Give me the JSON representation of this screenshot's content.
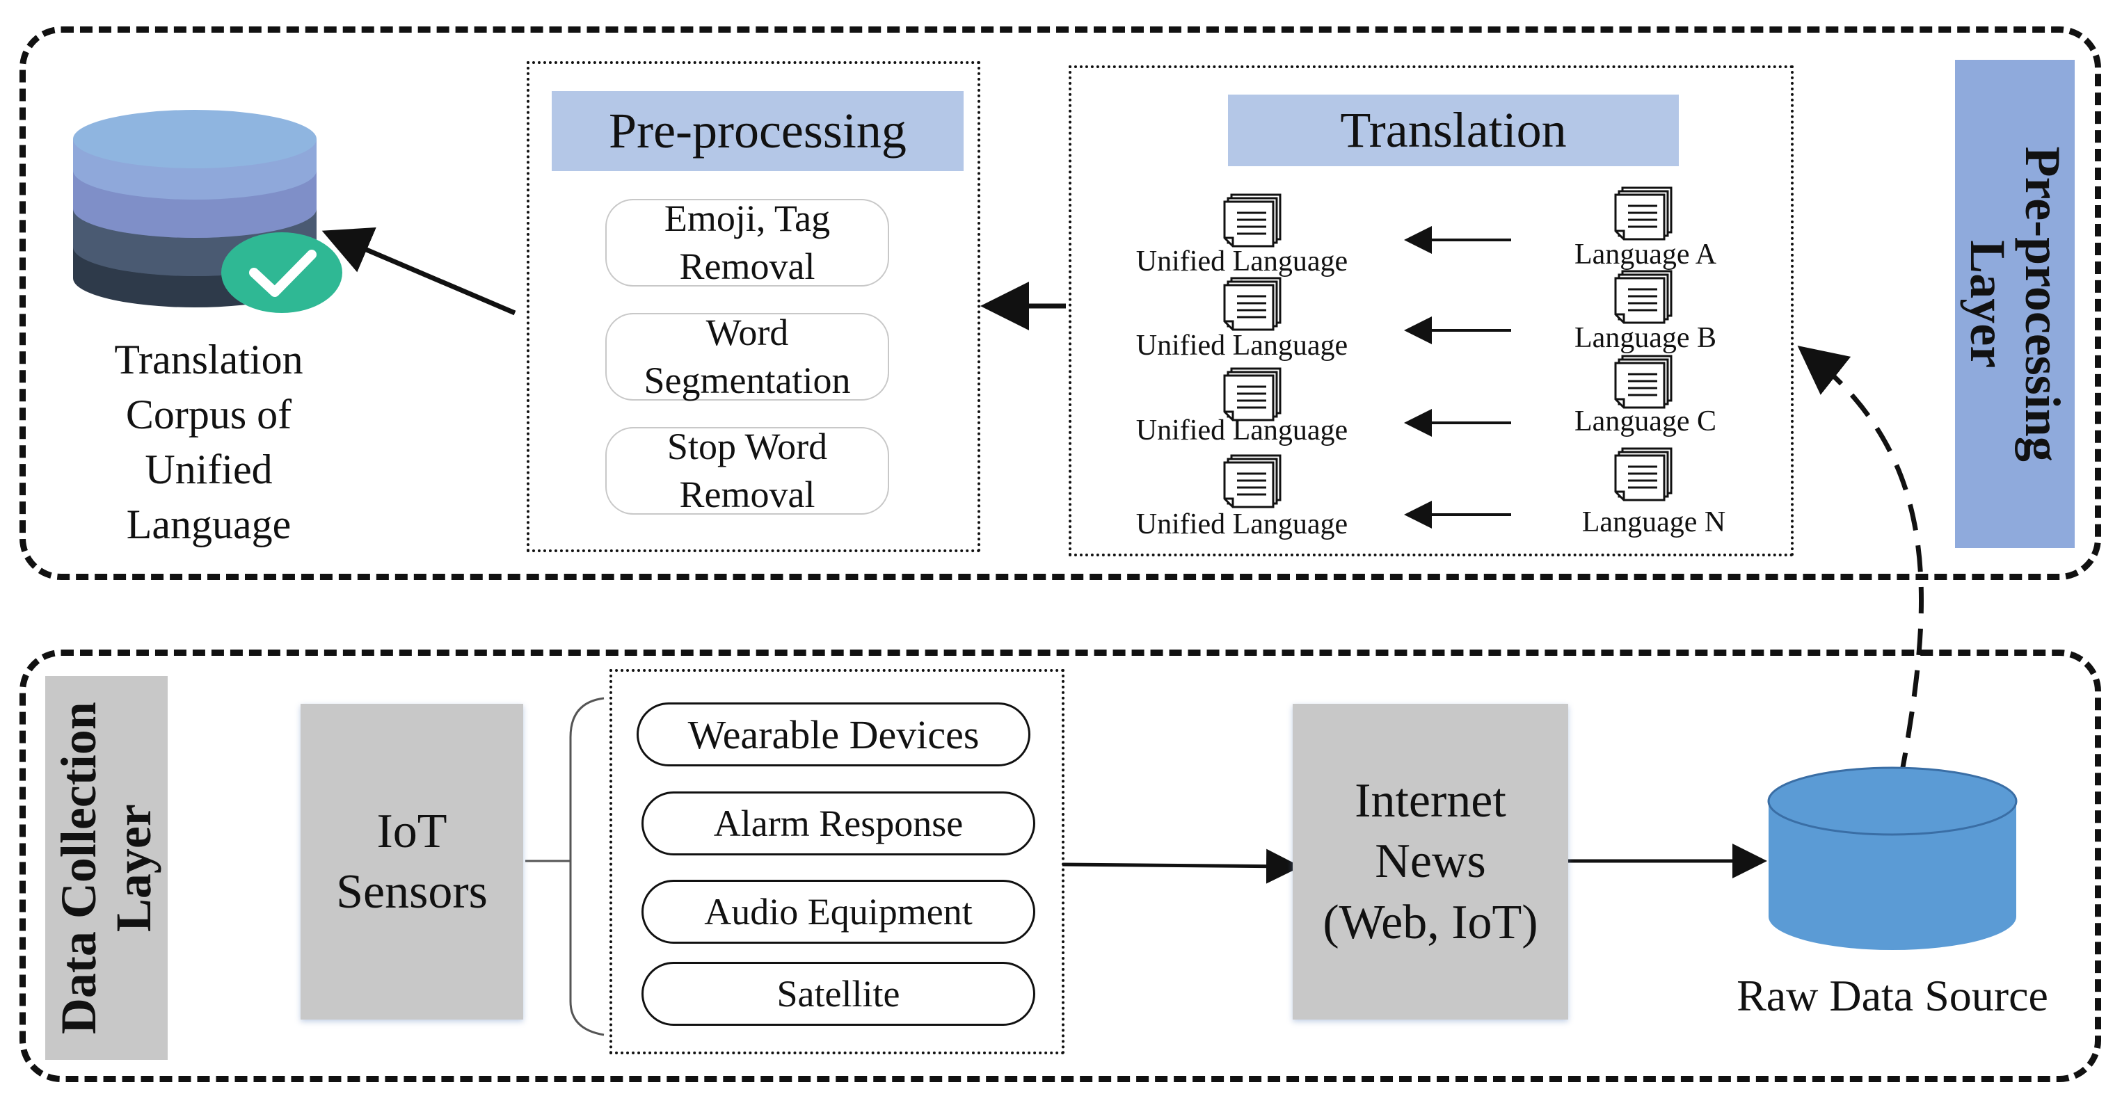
{
  "preprocessing_layer": {
    "label_line1": "Pre-processing",
    "label_line2": "Layer",
    "corpus": {
      "line1": "Translation",
      "line2": "Corpus of",
      "line3": "Unified",
      "line4": "Language"
    },
    "preprocessing_box": {
      "title": "Pre-processing",
      "steps": [
        {
          "line1": "Emoji, Tag",
          "line2": "Removal"
        },
        {
          "line1": "Word",
          "line2": "Segmentation"
        },
        {
          "line1": "Stop Word",
          "line2": "Removal"
        }
      ]
    },
    "translation_box": {
      "title": "Translation",
      "targets": [
        "Unified Language",
        "Unified Language",
        "Unified Language",
        "Unified Language"
      ],
      "sources": [
        "Language A",
        "Language B",
        "Language C",
        "Language N"
      ]
    }
  },
  "data_collection_layer": {
    "label_line1": "Data Collection",
    "label_line2": "Layer",
    "iot_sensors": {
      "line1": "IoT",
      "line2": "Sensors"
    },
    "devices": [
      "Wearable Devices",
      "Alarm Response",
      "Audio Equipment",
      "Satellite"
    ],
    "internet_news": {
      "line1": "Internet",
      "line2": "News",
      "line3": "(Web, IoT)"
    },
    "raw_data_source": "Raw Data Source"
  },
  "colors": {
    "title_bar": "#b4c7e7",
    "layer_label_blue": "#8faadc",
    "layer_label_gray": "#c8c8c8",
    "db_top": "#8fb5e0",
    "db_middle": "#7f8fc8",
    "db_lower": "#4a5a72",
    "db_bottom": "#2e3a4a",
    "check_badge": "#2fb894",
    "raw_cylinder": "#5b9bd5"
  },
  "icons": [
    "document-stack-icon",
    "database-icon",
    "checkmark-icon",
    "cylinder-icon"
  ]
}
